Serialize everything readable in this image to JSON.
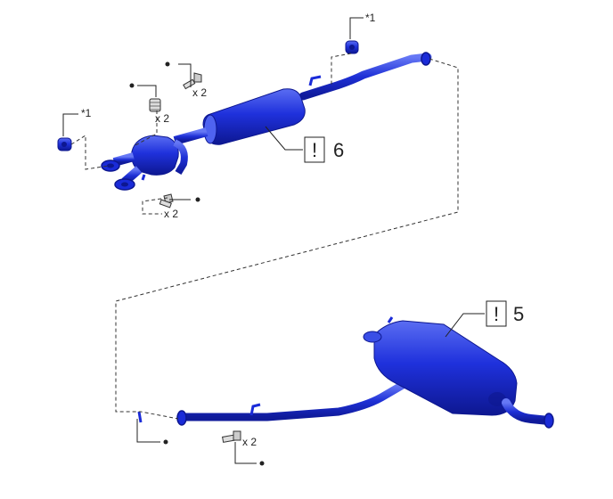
{
  "callouts": [
    {
      "id": "part-6",
      "mark": "!",
      "number": "6"
    },
    {
      "id": "part-5",
      "mark": "!",
      "number": "5"
    }
  ],
  "labels": {
    "star_1a": "*1",
    "star_1b": "*1",
    "qty_stud": "x 2",
    "qty_nut_top": "x 2",
    "qty_bolt_left": "x 2",
    "qty_bolt_bottom": "x 2"
  },
  "colors": {
    "part": "#1a2bd8",
    "part_dark": "#0d1790",
    "part_light": "#4f63f0",
    "line": "#333333"
  },
  "icons": {
    "non_reusable_marker": "filled-dot",
    "caution": "exclamation-box"
  }
}
